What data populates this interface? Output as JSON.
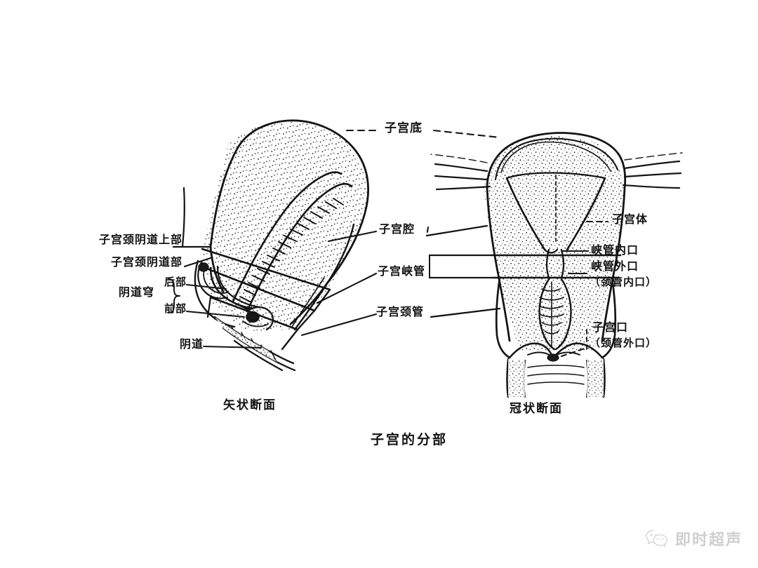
{
  "figure": {
    "title": "子宫的分部",
    "background_color": "#ffffff",
    "ink_color": "#141414",
    "panels": [
      {
        "id": "sagittal",
        "caption": "矢状断面"
      },
      {
        "id": "coronal",
        "caption": "冠状断面"
      }
    ]
  },
  "labels": {
    "left_column": [
      {
        "key": "cervix_supravaginal",
        "text": "子宫颈阴道上部"
      },
      {
        "key": "cervix_vaginal_part",
        "text": "子宫颈阴道部"
      },
      {
        "key": "fornix_group",
        "text": "阴道穹"
      },
      {
        "key": "fornix_posterior",
        "text": "后部"
      },
      {
        "key": "fornix_anterior",
        "text": "前部"
      },
      {
        "key": "vagina",
        "text": "阴道"
      }
    ],
    "center_column": [
      {
        "key": "fundus",
        "text": "子宫底"
      },
      {
        "key": "cavity",
        "text": "子宫腔"
      },
      {
        "key": "isthmus_canal",
        "text": "子宫峡管"
      },
      {
        "key": "cervical_canal",
        "text": "子宫颈管"
      }
    ],
    "right_column": [
      {
        "key": "corpus",
        "text": "子宫体"
      },
      {
        "key": "isthmus_internal_os",
        "text": "峡管内口"
      },
      {
        "key": "isthmus_external_os",
        "text": "峡管外口"
      },
      {
        "key": "isthmus_external_os_alt",
        "text": "（颈管内口）"
      },
      {
        "key": "uterine_os",
        "text": "子宫口"
      },
      {
        "key": "uterine_os_alt",
        "text": "（颈管外口）"
      }
    ]
  },
  "captions": {
    "sagittal": "矢状断面",
    "coronal": "冠状断面",
    "main": "子宫的分部"
  },
  "watermark": {
    "text": "即时超声",
    "icon": "wechat-icon",
    "color": "#8d8d8d"
  }
}
